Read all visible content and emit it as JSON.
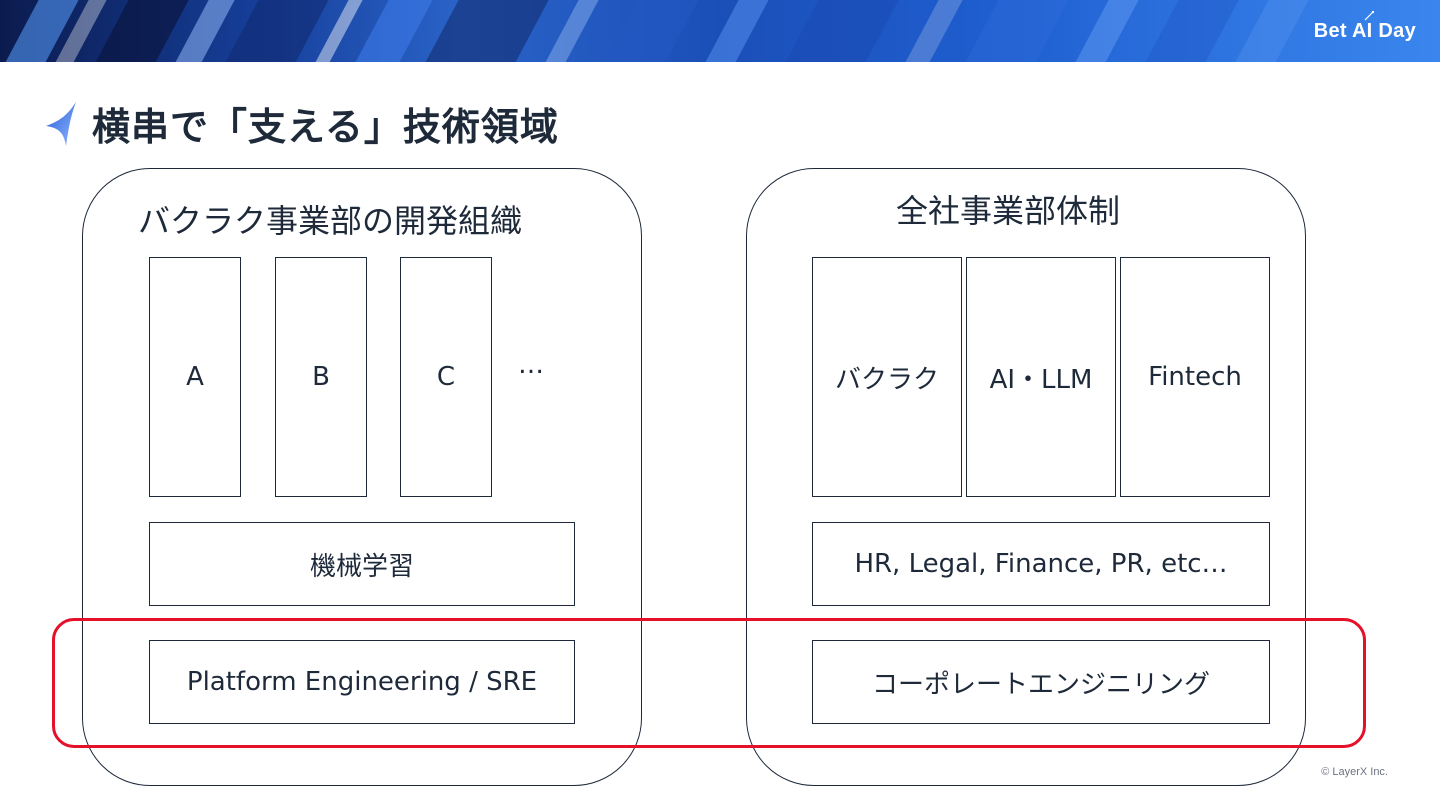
{
  "header": {
    "brand": "Bet AI Day",
    "accent_color": "#1f5fd0"
  },
  "title": {
    "icon": "sparkle-star-icon",
    "text": "横串で「支える」技術領域"
  },
  "left_panel": {
    "title": "バクラク事業部の開発組織",
    "products": [
      "A",
      "B",
      "C"
    ],
    "ellipsis": "…",
    "ml_layer": "機械学習",
    "platform_layer": "Platform Engineering / SRE"
  },
  "right_panel": {
    "title": "全社事業部体制",
    "divisions": [
      "バクラク",
      "AI・LLM",
      "Fintech"
    ],
    "corporate_layer": "HR, Legal, Finance, PR, etc…",
    "engineering_layer": "コーポレートエンジニリング"
  },
  "highlight": {
    "color": "#e5102a"
  },
  "footer": {
    "copyright": "© LayerX Inc."
  }
}
